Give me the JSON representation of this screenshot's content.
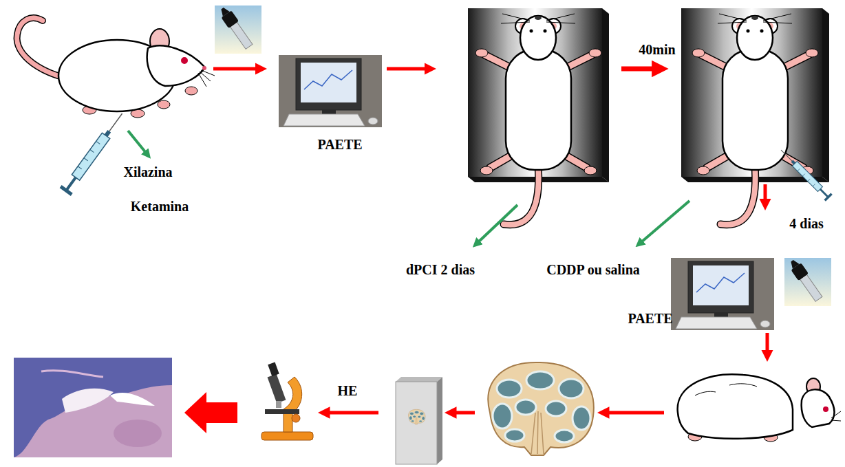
{
  "diagram": {
    "labels": [
      "Xilazina",
      "Ketamina",
      "PAETE",
      "40min",
      "dPCI 2 dias",
      "CDDP ou salina",
      "4 dias",
      "PAETE",
      "HE"
    ]
  }
}
